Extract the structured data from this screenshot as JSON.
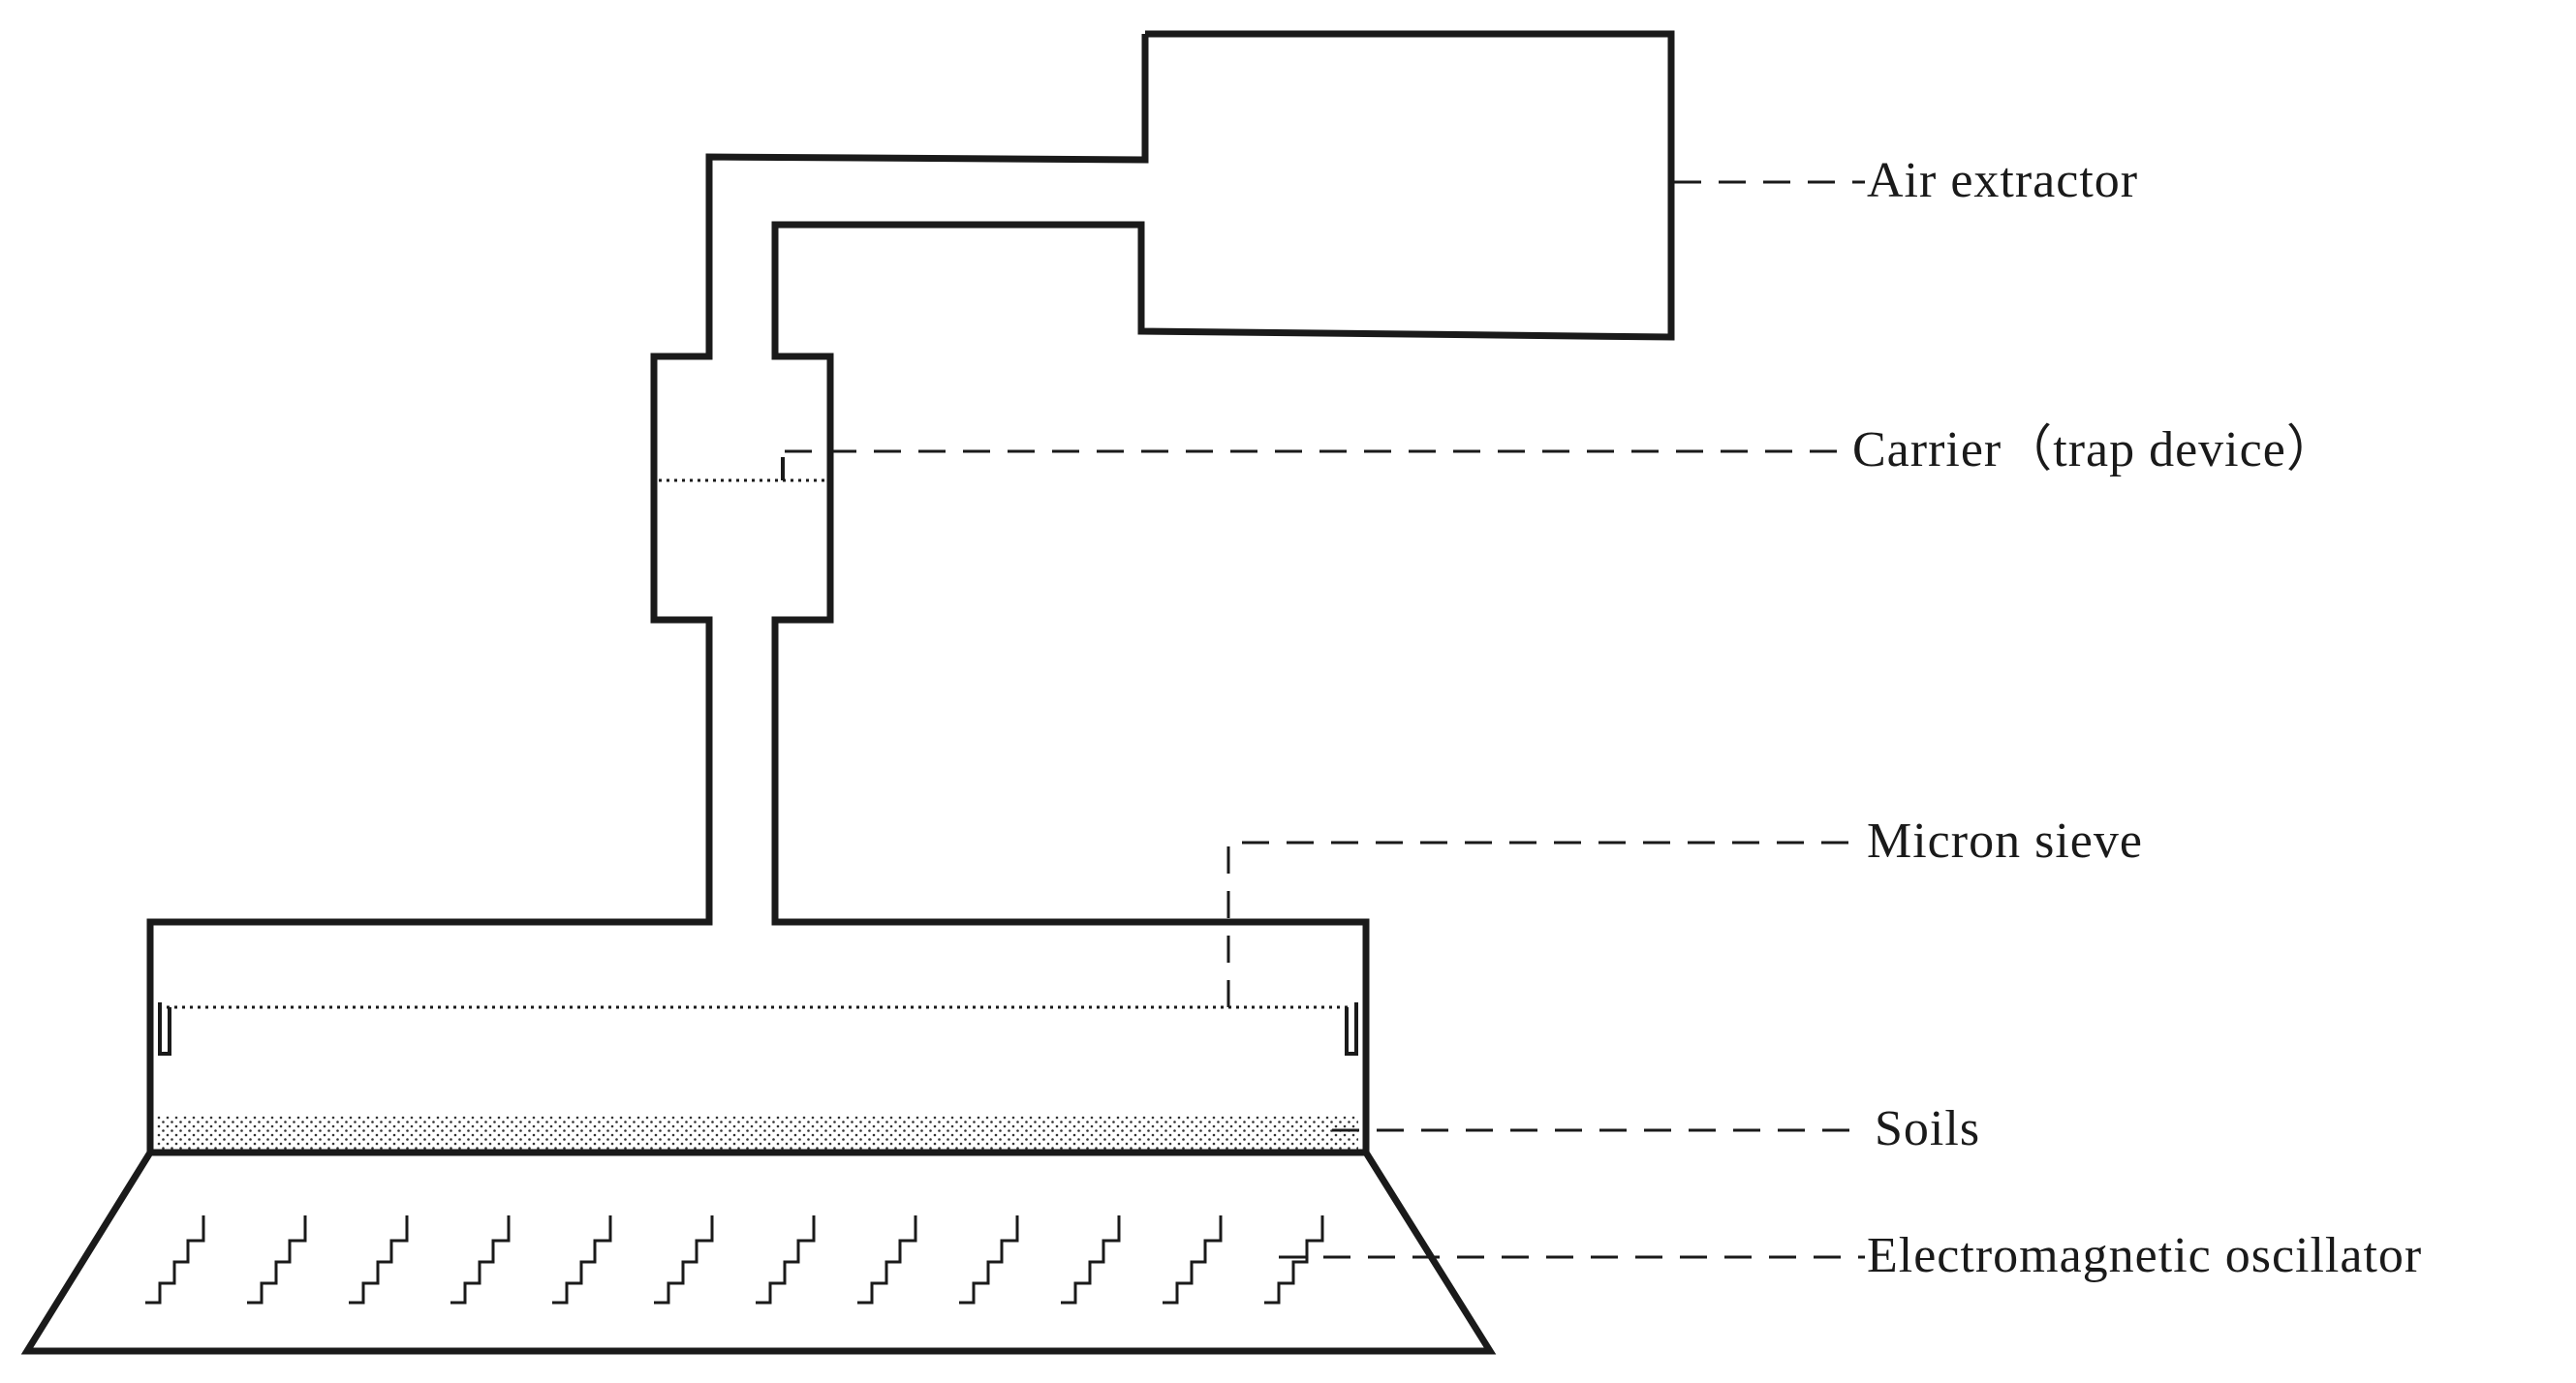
{
  "labels": {
    "air_extractor": "Air extractor",
    "carrier": "Carrier（trap device）",
    "micron_sieve": "Micron sieve",
    "soils": "Soils",
    "oscillator": "Electromagnetic oscillator"
  },
  "oscillator_wave_count": 12,
  "colors": {
    "line": "#1a1a1a",
    "background": "#ffffff"
  }
}
